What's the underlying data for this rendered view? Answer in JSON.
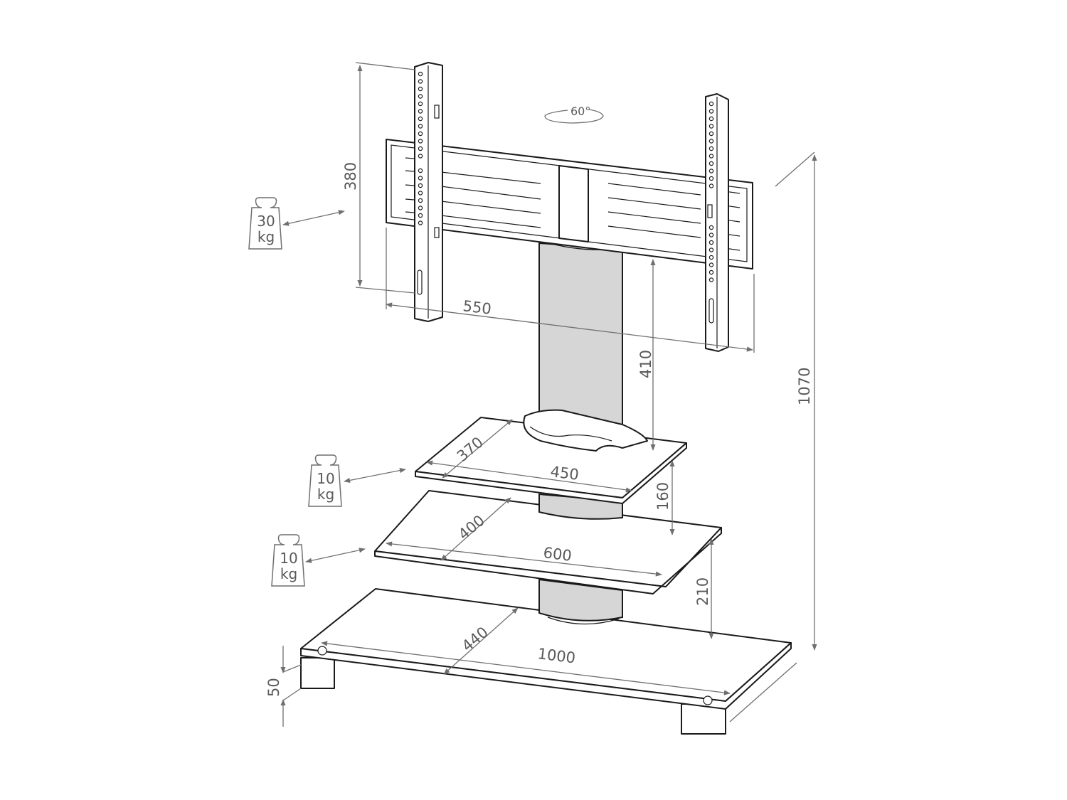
{
  "dimensions": {
    "mount_height": "380",
    "mount_width": "550",
    "rotation": "60°",
    "column_height": "410",
    "overall_height": "1070",
    "top_shelf_depth": "370",
    "top_shelf_width": "450",
    "shelf_gap_upper": "160",
    "middle_shelf_depth": "400",
    "middle_shelf_width": "600",
    "shelf_gap_lower": "210",
    "base_depth": "440",
    "base_width": "1000",
    "foot_height": "50"
  },
  "weights": {
    "mount": {
      "value": "30",
      "unit": "kg"
    },
    "top_shelf": {
      "value": "10",
      "unit": "kg"
    },
    "middle_shelf": {
      "value": "10",
      "unit": "kg"
    }
  },
  "colors": {
    "line": "#1a1a1a",
    "dimension": "#6f6f6f"
  }
}
